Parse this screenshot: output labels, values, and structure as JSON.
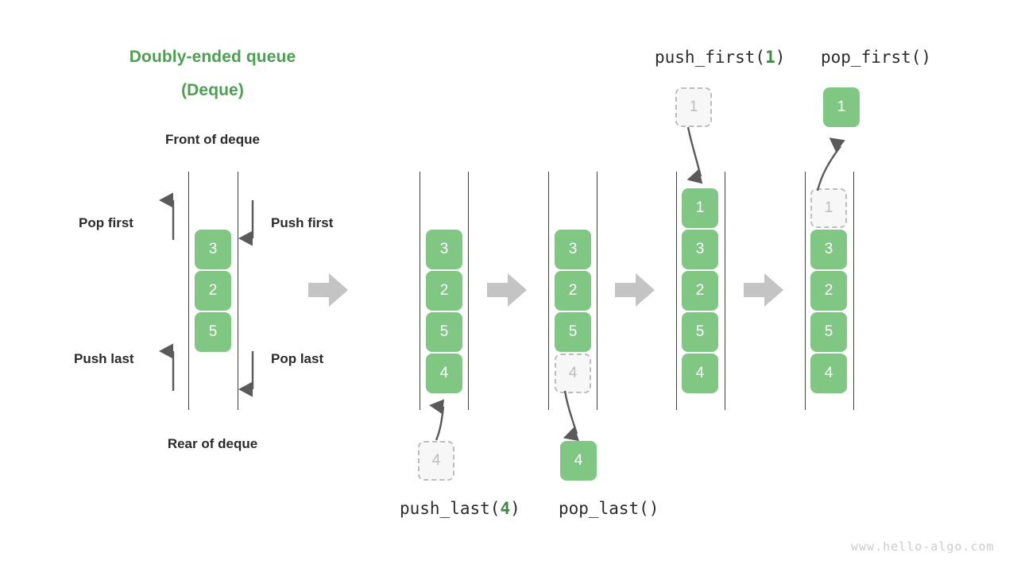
{
  "title": {
    "line1": "Doubly-ended queue",
    "line2": "(Deque)"
  },
  "labels": {
    "front": "Front of deque",
    "rear": "Rear of deque",
    "pop_first": "Pop first",
    "push_first": "Push first",
    "push_last": "Push last",
    "pop_last": "Pop last"
  },
  "captions": {
    "push_first": {
      "prefix": "push_first(",
      "arg": "1",
      "suffix": ")"
    },
    "pop_first": {
      "prefix": "pop_first()",
      "arg": "",
      "suffix": ""
    },
    "push_last": {
      "prefix": "push_last(",
      "arg": "4",
      "suffix": ")"
    },
    "pop_last": {
      "prefix": "pop_last()",
      "arg": "",
      "suffix": ""
    }
  },
  "colors": {
    "green": "#81C784",
    "title_green": "#4CA050",
    "ghost_border": "#bdbdbd",
    "ghost_fill": "#f7f7f7",
    "rail": "#3f3f3f",
    "arrow_gray": "#5a5a5a",
    "step_arrow": "#c4c4c4",
    "watermark": "#cccccc"
  },
  "legend_queue": {
    "items": [
      "3",
      "2",
      "5"
    ]
  },
  "stages": [
    {
      "name": "stage-push-last-result",
      "items": [
        {
          "value": "3",
          "ghost": false
        },
        {
          "value": "2",
          "ghost": false
        },
        {
          "value": "5",
          "ghost": false
        },
        {
          "value": "4",
          "ghost": false
        }
      ],
      "external": {
        "value": "4",
        "ghost": true,
        "position": "bottom"
      }
    },
    {
      "name": "stage-pop-last",
      "items": [
        {
          "value": "3",
          "ghost": false
        },
        {
          "value": "2",
          "ghost": false
        },
        {
          "value": "5",
          "ghost": false
        },
        {
          "value": "4",
          "ghost": true
        }
      ],
      "external": {
        "value": "4",
        "ghost": false,
        "position": "bottom"
      }
    },
    {
      "name": "stage-push-first-result",
      "items": [
        {
          "value": "1",
          "ghost": false
        },
        {
          "value": "3",
          "ghost": false
        },
        {
          "value": "2",
          "ghost": false
        },
        {
          "value": "5",
          "ghost": false
        },
        {
          "value": "4",
          "ghost": false
        }
      ],
      "external": {
        "value": "1",
        "ghost": true,
        "position": "top"
      }
    },
    {
      "name": "stage-pop-first",
      "items": [
        {
          "value": "1",
          "ghost": true
        },
        {
          "value": "3",
          "ghost": false
        },
        {
          "value": "2",
          "ghost": false
        },
        {
          "value": "5",
          "ghost": false
        },
        {
          "value": "4",
          "ghost": false
        }
      ],
      "external": {
        "value": "1",
        "ghost": false,
        "position": "top"
      }
    }
  ],
  "watermark": "www.hello-algo.com"
}
